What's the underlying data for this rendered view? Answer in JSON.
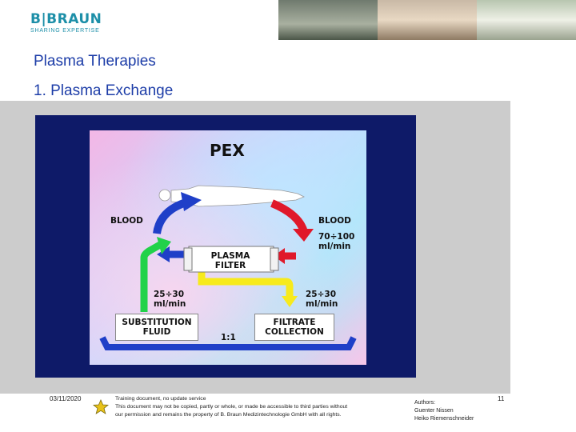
{
  "header": {
    "logo_main": "B|BRAUN",
    "logo_sub": "SHARING EXPERTISE",
    "title_line1": "Plasma Therapies",
    "title_line2": "1. Plasma Exchange"
  },
  "diagram": {
    "title": "PEX",
    "blood_left": "BLOOD",
    "blood_right": "BLOOD",
    "blood_flow": "70÷100",
    "blood_flow_unit": "ml/min",
    "filter_line1": "PLASMA",
    "filter_line2": "FILTER",
    "sub_flow": "25÷30",
    "sub_flow_unit": "ml/min",
    "filt_flow": "25÷30",
    "filt_flow_unit": "ml/min",
    "sub_box_line1": "SUBSTITUTION",
    "sub_box_line2": "FLUID",
    "filt_box_line1": "FILTRATE",
    "filt_box_line2": "COLLECTION",
    "ratio": "1:1"
  },
  "footer": {
    "date": "03/11/2020",
    "note_line1": "Training document, no update service",
    "note_line2": "This document may not be copied, partly or whole, or made be accessible to third parties without",
    "note_line3": "our permission and remains the property of B. Braun Medizintechnologie GmbH with all rights.",
    "authors_label": "Authors:",
    "author1": "Guenter Nissen",
    "author2": "Heiko Riemenschneider",
    "page": "11"
  },
  "colors": {
    "title": "#1e3ea8",
    "logo": "#1d8fa8",
    "slide_frame": "#0e1a68",
    "arrow_blue": "#1f3fc8",
    "arrow_red": "#e0182a",
    "arrow_green": "#22d24a",
    "arrow_yellow": "#f7ea1c"
  }
}
